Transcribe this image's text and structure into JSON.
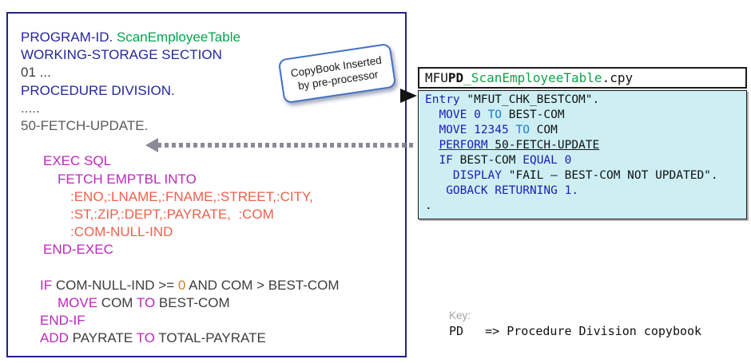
{
  "left_panel": {
    "lines": [
      {
        "indent": 0,
        "segs": [
          {
            "t": "PROGRAM-ID. ",
            "c": "navy"
          },
          {
            "t": "ScanEmployeeTable",
            "c": "green"
          }
        ]
      },
      {
        "indent": 0,
        "segs": [
          {
            "t": "WORKING-STORAGE SECTION",
            "c": "navy"
          }
        ]
      },
      {
        "indent": 0,
        "segs": [
          {
            "t": "01 ...",
            "c": "dark"
          }
        ]
      },
      {
        "indent": 0,
        "segs": [
          {
            "t": "PROCEDURE DIVISION.",
            "c": "navy"
          }
        ]
      },
      {
        "indent": 0,
        "segs": [
          {
            "t": ".....",
            "c": "gray"
          }
        ]
      },
      {
        "indent": 0,
        "segs": [
          {
            "t": "50-FETCH-UPDATE.",
            "c": "gray"
          }
        ]
      },
      {
        "indent": 0,
        "segs": []
      },
      {
        "indent": 28,
        "segs": [
          {
            "t": "EXEC SQL",
            "c": "magenta"
          }
        ]
      },
      {
        "indent": 46,
        "segs": [
          {
            "t": "FETCH EMPTBL INTO",
            "c": "magenta"
          }
        ]
      },
      {
        "indent": 62,
        "segs": [
          {
            "t": ":ENO,:LNAME,:FNAME,:STREET,:CITY,",
            "c": "host"
          }
        ]
      },
      {
        "indent": 62,
        "segs": [
          {
            "t": ":ST,:ZIP,:DEPT,:PAYRATE,  :COM",
            "c": "host"
          }
        ]
      },
      {
        "indent": 62,
        "segs": [
          {
            "t": ":COM-NULL-IND",
            "c": "host"
          }
        ]
      },
      {
        "indent": 28,
        "segs": [
          {
            "t": "END-EXEC",
            "c": "magenta"
          }
        ]
      },
      {
        "indent": 0,
        "segs": []
      },
      {
        "indent": 24,
        "segs": [
          {
            "t": "IF",
            "c": "magenta"
          },
          {
            "t": " COM-NULL-IND >= ",
            "c": "dark"
          },
          {
            "t": "0",
            "c": "orange"
          },
          {
            "t": " AND COM > BEST-COM",
            "c": "dark"
          }
        ]
      },
      {
        "indent": 46,
        "segs": [
          {
            "t": "MOVE",
            "c": "magenta"
          },
          {
            "t": " COM ",
            "c": "dark"
          },
          {
            "t": "TO",
            "c": "magenta"
          },
          {
            "t": " BEST-COM",
            "c": "dark"
          }
        ]
      },
      {
        "indent": 24,
        "segs": [
          {
            "t": "END-IF",
            "c": "magenta"
          }
        ]
      },
      {
        "indent": 24,
        "segs": [
          {
            "t": "ADD",
            "c": "magenta"
          },
          {
            "t": " PAYRATE ",
            "c": "dark"
          },
          {
            "t": "TO",
            "c": "magenta"
          },
          {
            "t": " TOTAL-PAYRATE",
            "c": "dark"
          }
        ]
      }
    ]
  },
  "callout": {
    "line1": "CopyBook Inserted",
    "line2": "by pre-processor"
  },
  "right_panel": {
    "title_segs": [
      {
        "t": "MFU",
        "c": "tk"
      },
      {
        "t": "PD",
        "c": "tkb"
      },
      {
        "t": "_ScanEmployeeTable",
        "c": "tg"
      },
      {
        "t": ".cpy",
        "c": "tk"
      }
    ],
    "lines": [
      {
        "ch": 0,
        "segs": [
          {
            "t": "Entry",
            "c": "rkw"
          },
          {
            "t": " \"MFUT_CHK_BESTCOM\".",
            "c": "rblack"
          }
        ]
      },
      {
        "ch": 2,
        "segs": [
          {
            "t": "MOVE 0 ",
            "c": "rkw"
          },
          {
            "t": "TO",
            "c": "rto"
          },
          {
            "t": " BEST-COM",
            "c": "rblack"
          }
        ]
      },
      {
        "ch": 2,
        "segs": [
          {
            "t": "MOVE 12345 ",
            "c": "rkw"
          },
          {
            "t": "TO",
            "c": "rto"
          },
          {
            "t": " COM",
            "c": "rblack"
          }
        ]
      },
      {
        "ch": 2,
        "segs": [
          {
            "t": "PERFORM ",
            "c": "rkw u"
          },
          {
            "t": "50-FETCH-UPDATE",
            "c": "rblack u"
          }
        ]
      },
      {
        "ch": 2,
        "segs": [
          {
            "t": "IF",
            "c": "rkw"
          },
          {
            "t": " BEST-COM ",
            "c": "rblack"
          },
          {
            "t": "EQUAL 0",
            "c": "rkw"
          }
        ]
      },
      {
        "ch": 4,
        "segs": [
          {
            "t": "DISPLAY",
            "c": "rkw"
          },
          {
            "t": " \"FAIL – BEST-COM NOT UPDATED\".",
            "c": "rblack"
          }
        ]
      },
      {
        "ch": 3,
        "segs": [
          {
            "t": "GOBACK RETURNING 1.",
            "c": "rkw"
          }
        ]
      },
      {
        "ch": 0,
        "segs": [
          {
            "t": ".",
            "c": "rblack"
          }
        ]
      }
    ]
  },
  "key": {
    "label": "Key:",
    "entry": "PD   => Procedure Division copybook"
  },
  "colors": {
    "panel_border_navy": "#23237E",
    "cobol_division_blue": "#26269B",
    "program_name_green": "#00A64F",
    "sql_keyword_magenta": "#BB29BB",
    "host_variable_salmon": "#EC614C",
    "literal_orange": "#C8860D",
    "copybook_keyword_blue": "#1C1CB4",
    "copybook_to_blue": "#1F78CC",
    "copybook_bg_cyan": "#CDEFF4",
    "copybook_title_green": "#12A24A",
    "callout_border_blue": "#4472C4",
    "arrow_gray": "#8b8b97"
  }
}
